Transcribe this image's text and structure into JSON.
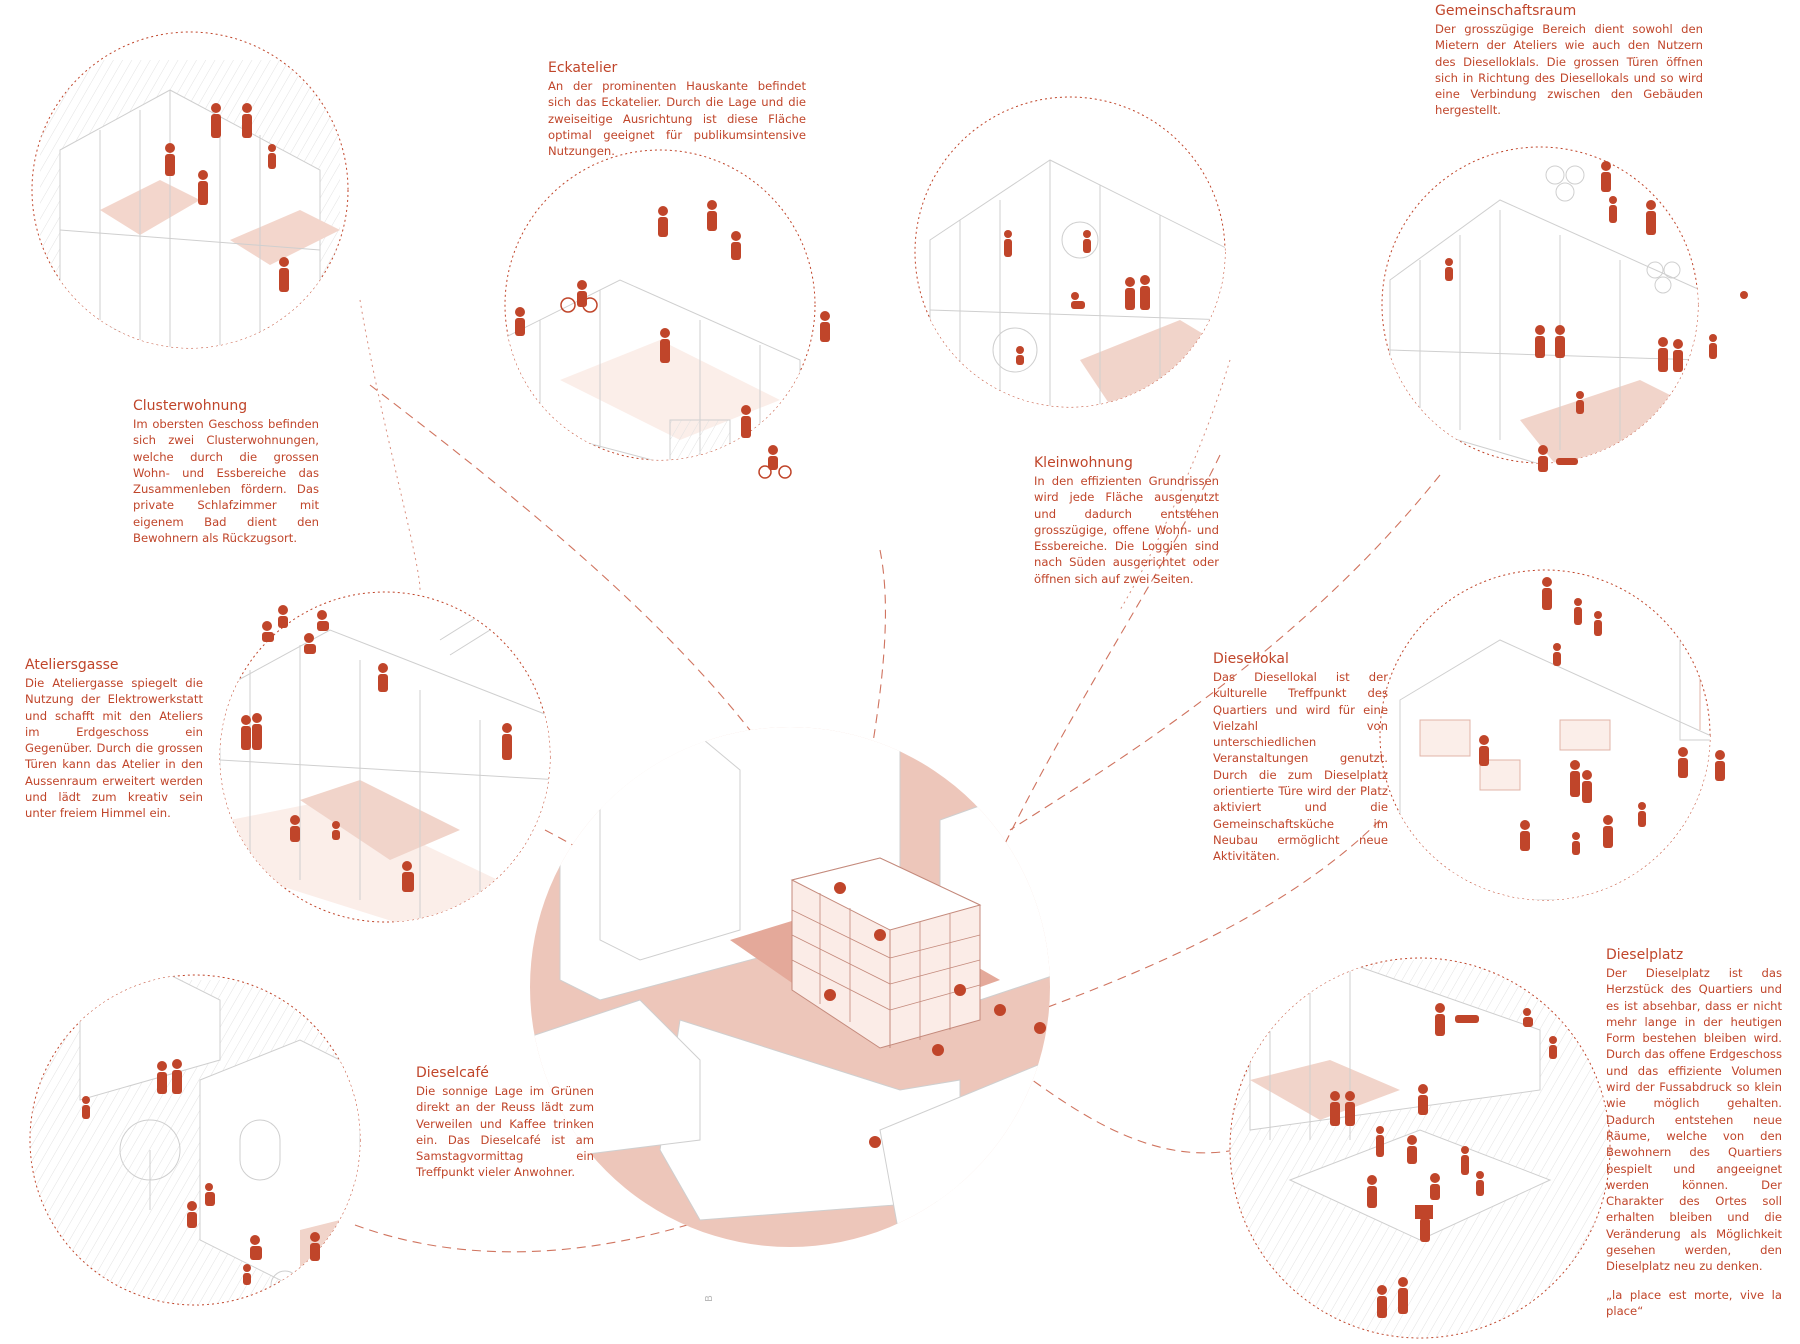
{
  "colors": {
    "accent": "#c0452a",
    "accent_light": "#f1d4ca",
    "center_circle": "#edc6ba",
    "line_gray": "#d7d7d7"
  },
  "sections": [
    {
      "id": "clusterwohnung",
      "title": "Clusterwohnung",
      "body": "Im obersten Geschoss befinden sich zwei Clusterwohnungen, welche durch die grossen Wohn- und Essbereiche das Zusammenleben fördern. Das private Schlafzimmer mit eigenem Bad dient den Bewohnern als Rückzugsort."
    },
    {
      "id": "eckatelier",
      "title": "Eckatelier",
      "body": "An der prominenten Hauskante befindet sich das Eckatelier. Durch die Lage und die zweiseitige Ausrichtung ist diese Fläche optimal geeignet für publikumsintensive Nutzungen."
    },
    {
      "id": "kleinwohnung",
      "title": "Kleinwohnung",
      "body": "In den effizienten Grundrissen wird jede Fläche ausgenutzt und dadurch entstehen grosszügige, offene Wohn- und Essbereiche. Die Loggien sind nach Süden ausgerichtet oder öffnen sich auf zwei Seiten."
    },
    {
      "id": "gemeinschaftsraum",
      "title": "Gemeinschaftsraum",
      "body": "Der grosszügige Bereich dient sowohl den Mietern der Ateliers wie auch den Nutzern des Dieselloklals. Die grossen Türen öffnen sich in Richtung des Diesellokals und so wird eine Verbindung zwischen den Gebäuden hergestellt."
    },
    {
      "id": "ateliersgasse",
      "title": "Ateliersgasse",
      "body": "Die Ateliergasse spiegelt die Nutzung der Elektrowerkstatt und schafft mit den Ateliers im Erdgeschoss ein Gegenüber. Durch die grossen Türen kann das Atelier in den Aussenraum erweitert werden und lädt zum kreativ sein unter freiem Himmel ein."
    },
    {
      "id": "diesellokal",
      "title": "Diesellokal",
      "body": "Das Diesellokal ist der kulturelle Treffpunkt des Quartiers und wird für eine Vielzahl von unterschiedlichen Veranstaltungen genutzt. Durch die zum Dieselplatz orientierte Türe wird der Platz aktiviert und die Gemeinschaftsküche im Neubau ermöglicht neue Aktivitäten."
    },
    {
      "id": "dieselcafe",
      "title": "Dieselcafé",
      "body": "Die sonnige Lage im Grünen direkt an der Reuss lädt zum Verweilen und Kaffee trinken ein. Das Dieselcafé ist am Samstagvormittag ein Treffpunkt vieler Anwohner."
    },
    {
      "id": "dieselplatz",
      "title": "Dieselplatz",
      "body": "Der Dieselplatz ist das Herzstück des Quartiers und es ist absehbar, dass er nicht mehr lange in der heutigen Form bestehen bleiben wird. Durch das offene Erdgeschoss und das effiziente Volumen wird der Fussabdruck so klein wie möglich gehalten. Dadurch entstehen neue Räume, welche von den Bewohnern des Quartiers bespielt und angeeignet werden können. Der Charakter des Ortes soll erhalten bleiben und die Veränderung als Möglichkeit gesehen werden, den Dieselplatz neu zu denken.",
      "quote": "„la place est morte, vive la place“"
    }
  ],
  "page_mark": "B"
}
